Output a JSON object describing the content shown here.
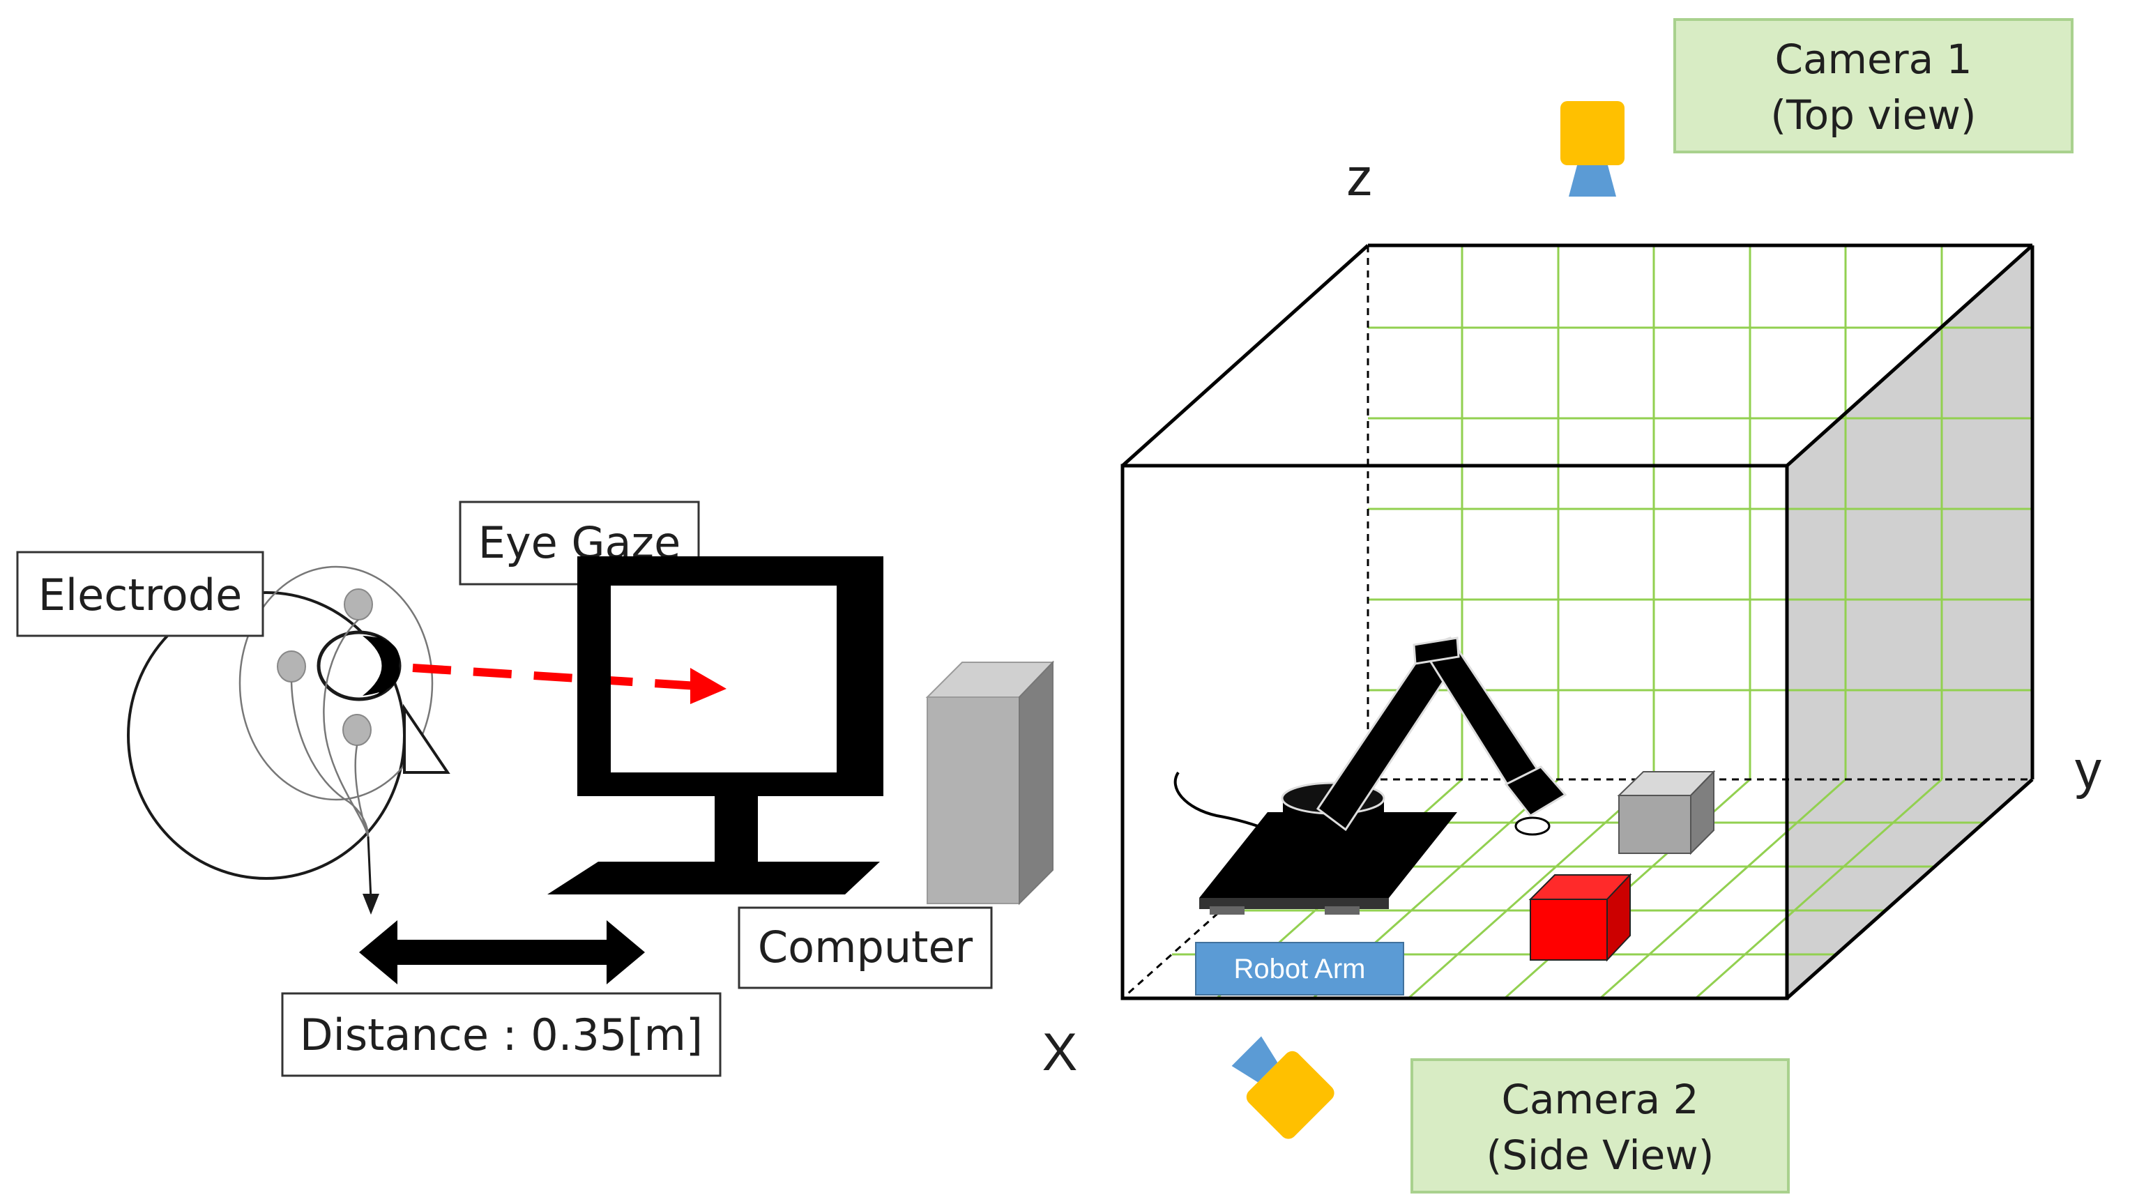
{
  "labels": {
    "electrode": "Electrode",
    "eye_gaze": "Eye Gaze",
    "computer": "Computer",
    "distance": "Distance : 0.35[m]",
    "robot_arm": "Robot Arm",
    "camera1_line1": "Camera 1",
    "camera1_line2": "(Top view)",
    "camera2_line1": "Camera 2",
    "camera2_line2": "(Side View)",
    "axis_z": "z",
    "axis_y": "y",
    "axis_x": "X"
  },
  "colors": {
    "grid": "#92d050",
    "camera_box": "#d8ecc4",
    "camera_box_border": "#a9d18e",
    "camera_body": "#ffc000",
    "camera_lens": "#5b9bd5",
    "gaze_arrow": "#ff0000",
    "red_cube": "#ff0000",
    "gray_cube": "#a6a6a6",
    "robot_label_bg": "#5b9bd5",
    "wall_shade": "#d0d0d0"
  },
  "icons": [
    "head-icon",
    "eye-icon",
    "monitor-icon",
    "computer-tower-icon",
    "camera-icon",
    "robot-arm-icon",
    "double-arrow-icon"
  ]
}
